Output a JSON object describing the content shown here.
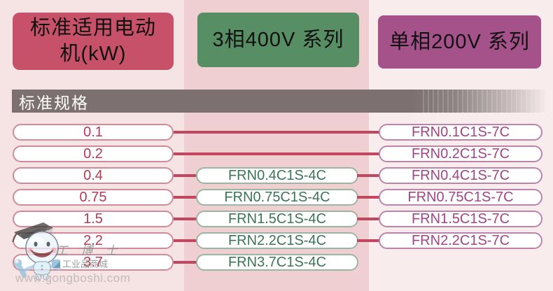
{
  "headers": {
    "motor_kw_line1": "标准适用电动",
    "motor_kw_line2": "机(kW)",
    "series_400v": "3相400V 系列",
    "series_200v": "单相200V 系列"
  },
  "section_bar": {
    "title": "标准规格"
  },
  "rows": [
    {
      "kw": "0.1",
      "model_400v": "",
      "model_200v": "FRN0.1C1S-7C"
    },
    {
      "kw": "0.2",
      "model_400v": "",
      "model_200v": "FRN0.2C1S-7C"
    },
    {
      "kw": "0.4",
      "model_400v": "FRN0.4C1S-4C",
      "model_200v": "FRN0.4C1S-7C"
    },
    {
      "kw": "0.75",
      "model_400v": "FRN0.75C1S-4C",
      "model_200v": "FRN0.75C1S-7C"
    },
    {
      "kw": "1.5",
      "model_400v": "FRN1.5C1S-4C",
      "model_200v": "FRN1.5C1S-7C"
    },
    {
      "kw": "2.2",
      "model_400v": "FRN2.2C1S-4C",
      "model_200v": "FRN2.2C1S-7C"
    },
    {
      "kw": "3.7",
      "model_400v": "FRN3.7C1S-4C",
      "model_200v": ""
    }
  ],
  "watermark": {
    "icon": "graduate-mascot-icon",
    "registered": "®",
    "brand": "工 博 士",
    "mall": "工业品商城",
    "url": "www.gongboshi.com"
  },
  "colors": {
    "header_red": "#c75168",
    "header_green": "#588e63",
    "header_purple": "#a5518a",
    "section_bar_gray": "#7c7170",
    "connector_line": "#c24660",
    "kw_text": "#b23b55",
    "model_400v_text": "#3c7459",
    "model_200v_text": "#a04586",
    "bg_light_pink": "#f6e3e3",
    "bg_mid_pink": "#f0cfd3"
  }
}
